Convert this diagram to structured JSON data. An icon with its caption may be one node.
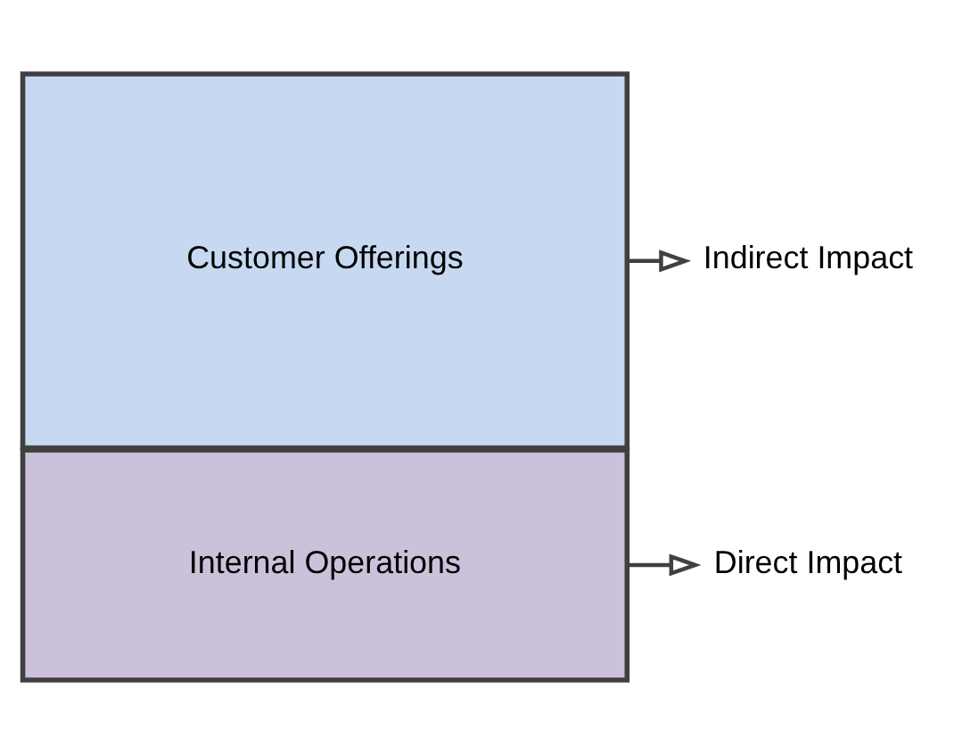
{
  "diagram": {
    "nodes": [
      {
        "text": [
          "Customer Offerings"
        ]
      },
      {
        "text": [
          "Internal Operations"
        ]
      },
      {
        "text": [
          "Indirect Impact"
        ]
      },
      {
        "text": [
          "Direct Impact"
        ]
      }
    ],
    "edges": [
      {
        "from": 0,
        "to": 2,
        "arrow": "to"
      },
      {
        "from": 1,
        "to": 3,
        "arrow": "to"
      }
    ]
  }
}
